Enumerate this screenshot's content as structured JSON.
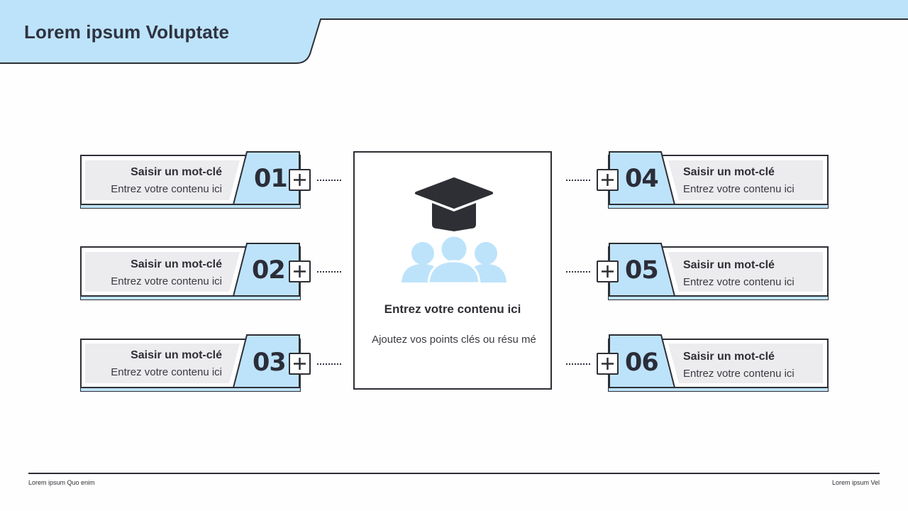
{
  "header": {
    "title": "Lorem ipsum Voluptate"
  },
  "items": [
    {
      "number": "01",
      "keyword": "Saisir un mot-clé",
      "content": "Entrez votre contenu ici"
    },
    {
      "number": "02",
      "keyword": "Saisir un mot-clé",
      "content": "Entrez votre contenu ici"
    },
    {
      "number": "03",
      "keyword": "Saisir un mot-clé",
      "content": "Entrez votre contenu ici"
    },
    {
      "number": "04",
      "keyword": "Saisir un mot-clé",
      "content": "Entrez votre contenu ici"
    },
    {
      "number": "05",
      "keyword": "Saisir un mot-clé",
      "content": "Entrez votre contenu ici"
    },
    {
      "number": "06",
      "keyword": "Saisir un mot-clé",
      "content": "Entrez votre contenu ici"
    }
  ],
  "center": {
    "icon": "graduation-group-icon",
    "title": "Entrez votre contenu ici",
    "subtitle": "Ajoutez vos points clés ou résu mé"
  },
  "footer": {
    "left": "Lorem ipsum Quo enim",
    "right": "Lorem ipsum Vel"
  },
  "colors": {
    "accent": "#bde3fb",
    "dark": "#2e2f35",
    "panel": "#ecebee"
  }
}
